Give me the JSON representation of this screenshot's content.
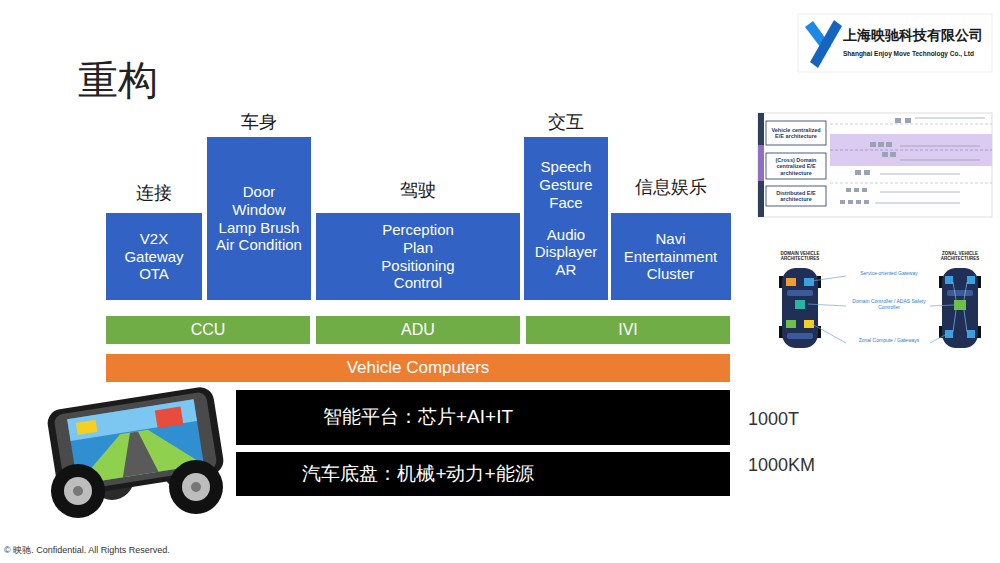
{
  "diagram": {
    "title": "重构",
    "nodes": [
      {
        "text": [
          "连接",
          "V2X Gateway OTA"
        ]
      },
      {
        "text": [
          "车身",
          "Door Window Lamp Brush Air Condition"
        ]
      },
      {
        "text": [
          "驾驶",
          "Perception Plan Positioning Control"
        ]
      },
      {
        "text": [
          "交互",
          "Speech Gesture Face",
          "Audio Displayer AR"
        ]
      },
      {
        "text": [
          "信息娱乐",
          "Navi Entertainment Cluster"
        ]
      },
      {
        "text": [
          "CCU"
        ]
      },
      {
        "text": [
          "ADU"
        ]
      },
      {
        "text": [
          "IVI"
        ]
      },
      {
        "text": [
          "Vehicle Computers"
        ]
      },
      {
        "text": [
          "智能平台：芯片+AI+IT"
        ]
      },
      {
        "text": [
          "汽车底盘：机械+动力+能源"
        ]
      }
    ],
    "labels": [
      "上海映驰科技有限公司",
      "Shanghai Enjoy Move Technology Co., Ltd",
      "1000T",
      "1000KM",
      "© 映驰. Confidential. All Rights Reserved.",
      "Vehicle centralized E/E architecture",
      "(Cross) Domain centralized E/E architecture",
      "Distributed E/E architecture",
      "DOMAIN VEHICLE ARCHITECTURES",
      "ZONAL VEHICLE ARCHITECTURES",
      "Service-oriented Gateway",
      "Domain Controller / ADAS Safety Controller",
      "Zonal Compute / Gateways"
    ]
  }
}
